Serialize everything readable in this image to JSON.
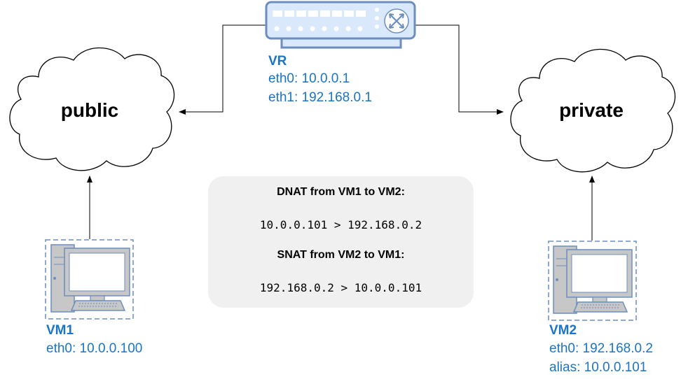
{
  "clouds": {
    "public_label": "public",
    "private_label": "private"
  },
  "router": {
    "name": "VR",
    "eth0": "eth0: 10.0.0.1",
    "eth1": "eth1: 192.168.0.1",
    "icon": "router-icon"
  },
  "vm1": {
    "name": "VM1",
    "eth0": "eth0: 10.0.0.100",
    "icon": "computer-icon"
  },
  "vm2": {
    "name": "VM2",
    "eth0": "eth0: 192.168.0.2",
    "alias": "alias: 10.0.0.101",
    "icon": "computer-icon"
  },
  "nat": {
    "dnat_heading": "DNAT from VM1 to VM2:",
    "dnat_rule": "10.0.0.101 > 192.168.0.2",
    "snat_heading": "SNAT from VM2 to VM1:",
    "snat_rule": "192.168.0.2 > 10.0.0.101"
  },
  "colors": {
    "label_blue": "#1a74c7",
    "device_outline": "#6c8ebf",
    "device_fill": "#dae8fc",
    "monitor_gray": "#c7c7c7",
    "box_gray": "#f0f0f0"
  }
}
